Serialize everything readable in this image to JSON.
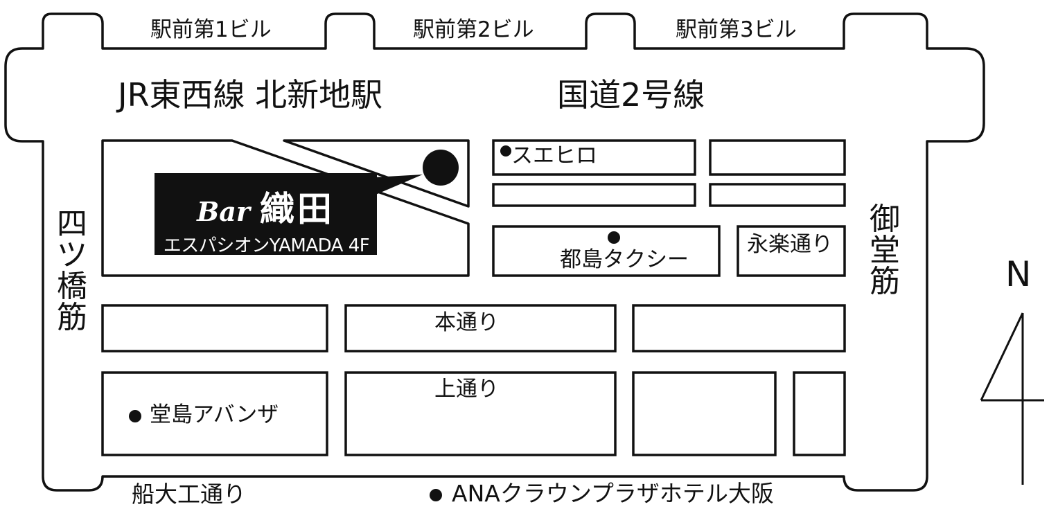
{
  "buildings_north": [
    "駅前第1ビル",
    "駅前第2ビル",
    "駅前第3ビル"
  ],
  "stations": {
    "station": "JR東西線 北新地駅",
    "route2": "国道2号線"
  },
  "streets": {
    "west": "四ツ橋筋",
    "east": "御堂筋",
    "hon_dori": "本通り",
    "kami_dori": "上通り",
    "eiraku_dori": "永楽通り",
    "funadaiku_dori": "船大工通り"
  },
  "bar": {
    "name_latin": "Bar",
    "name_kanji": "織田",
    "building_floor": "エスパシオンYAMADA 4F"
  },
  "landmarks": {
    "suehiro": "スエヒロ",
    "miyakojima_taxi": "都島タクシー",
    "dojima_avanza": "堂島アバンザ",
    "ana_hotel": "ANAクラウンプラザホテル大阪"
  },
  "compass": {
    "north": "N"
  },
  "colors": {
    "ink": "#111111",
    "background": "#ffffff"
  }
}
